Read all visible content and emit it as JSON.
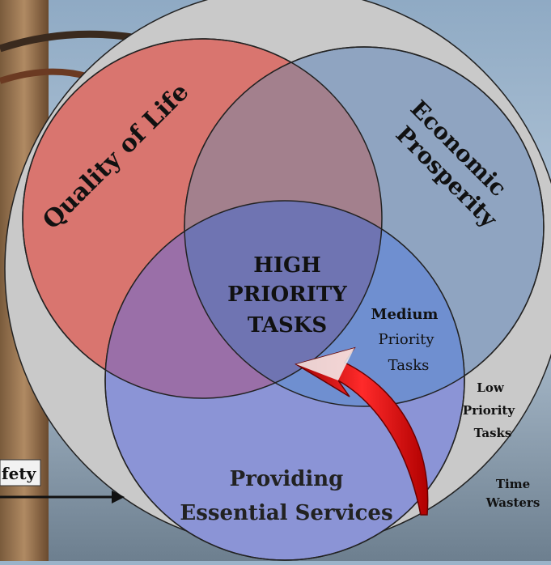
{
  "diagram": {
    "circles": {
      "quality_of_life": {
        "label": "Quality of Life",
        "color": "#d9756f"
      },
      "economic_prosperity": {
        "label_line1": "Economic",
        "label_line2": "Prosperity",
        "color": "#8fa4c1"
      },
      "essential_services": {
        "label_line1": "Providing",
        "label_line2": "Essential Services",
        "color": "#8b94d6"
      }
    },
    "center_label": {
      "line1": "HIGH",
      "line2": "PRIORITY",
      "line3": "TASKS"
    },
    "medium_label": {
      "line1": "Medium",
      "line2": "Priority",
      "line3": "Tasks"
    },
    "low_label": {
      "line1": "Low",
      "line2": "Priority",
      "line3": "Tasks"
    },
    "time_wasters": {
      "line1": "Time",
      "line2": "Wasters"
    },
    "safety_label": "fety",
    "colors": {
      "outer_circle": "#c9c9c9",
      "center": "#6f74b2",
      "arrow": "#d40f0f",
      "arrow_head": "#f4f4f4"
    }
  }
}
